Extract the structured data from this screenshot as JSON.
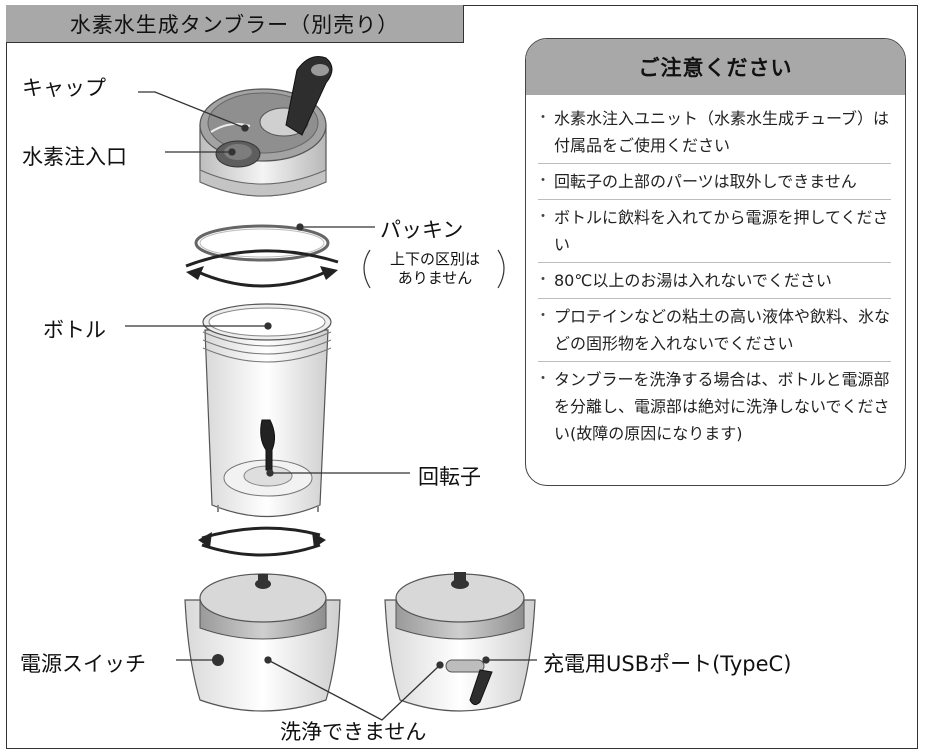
{
  "title": "水素水生成タンブラー（別売り）",
  "labels": {
    "cap": "キャップ",
    "inlet": "水素注入口",
    "gasket": "パッキン",
    "gasket_note_line1": "上下の区別は",
    "gasket_note_line2": "ありません",
    "bottle": "ボトル",
    "rotor": "回転子",
    "power_switch": "電源スイッチ",
    "usb_port": "充電用USBポート(TypeC)",
    "not_washable": "洗浄できません"
  },
  "notice": {
    "heading": "ご注意ください",
    "items": [
      "水素水注入ユニット（水素水生成チューブ）は付属品をご使用ください",
      "回転子の上部のパーツは取外しできません",
      "ボトルに飲料を入れてから電源を押してください",
      "80℃以上のお湯は入れないでください",
      "プロテインなどの粘土の高い液体や飲料、氷などの固形物を入れないでください",
      "タンブラーを洗浄する場合は、ボトルと電源部を分離し、電源部は絶対に洗浄しないでください(故障の原因になります)"
    ]
  }
}
